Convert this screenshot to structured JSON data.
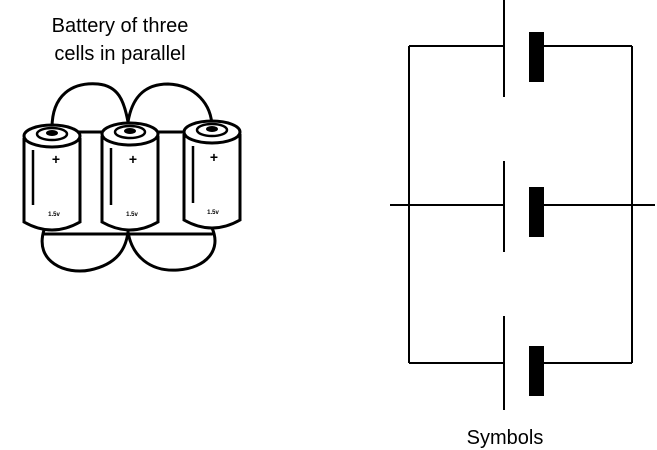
{
  "illustration": {
    "title_line1": "Battery of three",
    "title_line2": "cells in parallel",
    "cells": [
      {
        "terminal": "+",
        "rating": "1.5v"
      },
      {
        "terminal": "+",
        "rating": "1.5v"
      },
      {
        "terminal": "+",
        "rating": "1.5v"
      }
    ]
  },
  "schematic": {
    "caption": "Symbols"
  },
  "colors": {
    "ink": "#000000",
    "paper": "#ffffff"
  }
}
